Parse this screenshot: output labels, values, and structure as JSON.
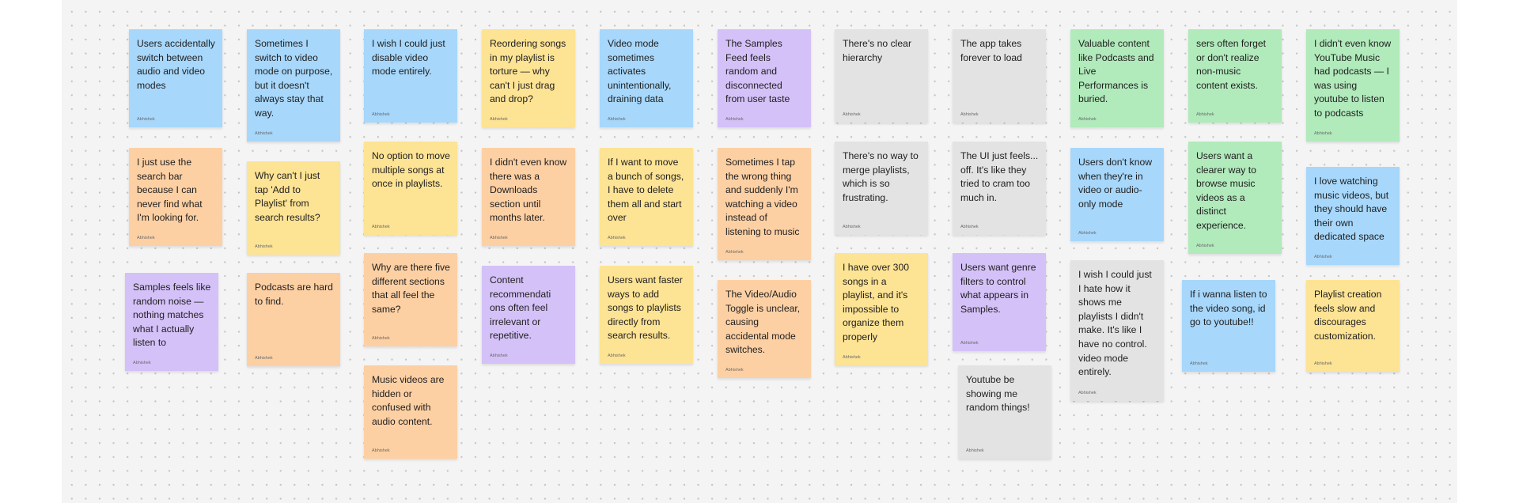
{
  "board": {
    "notes": [
      {
        "id": "n1",
        "color": "blue",
        "author": "Abhishek",
        "text": "Users accidentally switch between audio and video modes"
      },
      {
        "id": "n2",
        "color": "orange",
        "author": "Abhishek",
        "text": "I just use the search bar because I can never find what I'm looking for."
      },
      {
        "id": "n3",
        "color": "purple",
        "author": "Abhishek",
        "text": "Samples feels like random noise — nothing matches what I actually listen to"
      },
      {
        "id": "n4",
        "color": "blue",
        "author": "Abhishek",
        "text": "Sometimes I switch to video mode on purpose, but it doesn't always stay that way."
      },
      {
        "id": "n5",
        "color": "yellow",
        "author": "Abhishek",
        "text": "Why can't I just tap 'Add to Playlist' from search results?"
      },
      {
        "id": "n6",
        "color": "orange",
        "author": "Abhishek",
        "text": " Podcasts are hard to find."
      },
      {
        "id": "n7",
        "color": "blue",
        "author": "Abhishek",
        "text": "I wish I could just disable video mode entirely."
      },
      {
        "id": "n8",
        "color": "yellow",
        "author": "Abhishek",
        "text": " No option to move multiple songs at once in playlists."
      },
      {
        "id": "n9",
        "color": "orange",
        "author": "Abhishek",
        "text": "Why are there five different sections that all feel the same?"
      },
      {
        "id": "n10",
        "color": "orange",
        "author": "Abhishek",
        "text": " Music videos are hidden or confused with audio content."
      },
      {
        "id": "n11",
        "color": "yellow",
        "author": "Abhishek",
        "text": "Reordering songs in my playlist is torture — why can't I just drag and drop?"
      },
      {
        "id": "n12",
        "color": "orange",
        "author": "Abhishek",
        "text": "I didn't even know there was a Downloads section until months later."
      },
      {
        "id": "n13",
        "color": "purple",
        "author": "Abhishek",
        "text": " Content recommendati ons often feel irrelevant or repetitive."
      },
      {
        "id": "n14",
        "color": "blue",
        "author": "Abhishek",
        "text": " Video mode sometimes activates unintentionally, draining data"
      },
      {
        "id": "n15",
        "color": "yellow",
        "author": "Abhishek",
        "text": "If I want to move a bunch of songs, I have to delete them all and start over"
      },
      {
        "id": "n16",
        "color": "yellow",
        "author": "Abhishek",
        "text": "Users want faster ways to add songs to playlists directly from search results."
      },
      {
        "id": "n17",
        "color": "purple",
        "author": "Abhishek",
        "text": "The Samples Feed feels random and disconnected from user taste"
      },
      {
        "id": "n18",
        "color": "orange",
        "author": "Abhishek",
        "text": "Sometimes I tap the wrong thing and suddenly I'm watching a video instead of listening to music"
      },
      {
        "id": "n19",
        "color": "orange",
        "author": "Abhishek",
        "text": " The Video/Audio Toggle is unclear, causing accidental mode switches."
      },
      {
        "id": "n20",
        "color": "gray",
        "author": "Abhishek",
        "text": "There's no clear hierarchy"
      },
      {
        "id": "n21",
        "color": "gray",
        "author": "Abhishek",
        "text": "There's no way to merge playlists, which is so frustrating."
      },
      {
        "id": "n22",
        "color": "yellow",
        "author": "Abhishek",
        "text": "I have over 300 songs in a playlist, and it's impossible to organize them properly"
      },
      {
        "id": "n23",
        "color": "gray",
        "author": "Abhishek",
        "text": "The app takes forever to load"
      },
      {
        "id": "n24",
        "color": "gray",
        "author": "Abhishek",
        "text": "The UI just feels... off. It's like they tried to cram too much in."
      },
      {
        "id": "n25",
        "color": "purple",
        "author": "Abhishek",
        "text": " Users want genre filters to control what appears in Samples."
      },
      {
        "id": "n26",
        "color": "gray",
        "author": "Abhishek",
        "text": "Youtube be showing me random things!"
      },
      {
        "id": "n27",
        "color": "green",
        "author": "Abhishek",
        "text": "Valuable content like Podcasts and Live Performances is buried."
      },
      {
        "id": "n28",
        "color": "blue",
        "author": "Abhishek",
        "text": " Users don't know when they're in video or audio-only mode"
      },
      {
        "id": "n29",
        "color": "gray",
        "author": "Abhishek",
        "text": "I wish I could just I hate how it shows me playlists I didn't make. It's like I have no control. video mode entirely."
      },
      {
        "id": "n30",
        "color": "green",
        "author": "Abhishek",
        "text": "sers often forget or don't realize non-music content exists."
      },
      {
        "id": "n31",
        "color": "green",
        "author": "Abhishek",
        "text": "Users want a clearer way to browse music videos as a distinct experience."
      },
      {
        "id": "n32",
        "color": "blue",
        "author": "Abhishek",
        "text": "If i wanna listen to the video song, id go to youtube!!"
      },
      {
        "id": "n33",
        "color": "green",
        "author": "Abhishek",
        "text": "I didn't even know YouTube Music had podcasts — I was using youtube to listen to podcasts"
      },
      {
        "id": "n34",
        "color": "blue",
        "author": "Abhishek",
        "text": "I love watching music videos, but they should have their own dedicated space"
      },
      {
        "id": "n35",
        "color": "yellow",
        "author": "Abhishek",
        "text": " Playlist creation feels slow and discourages customization."
      }
    ]
  }
}
